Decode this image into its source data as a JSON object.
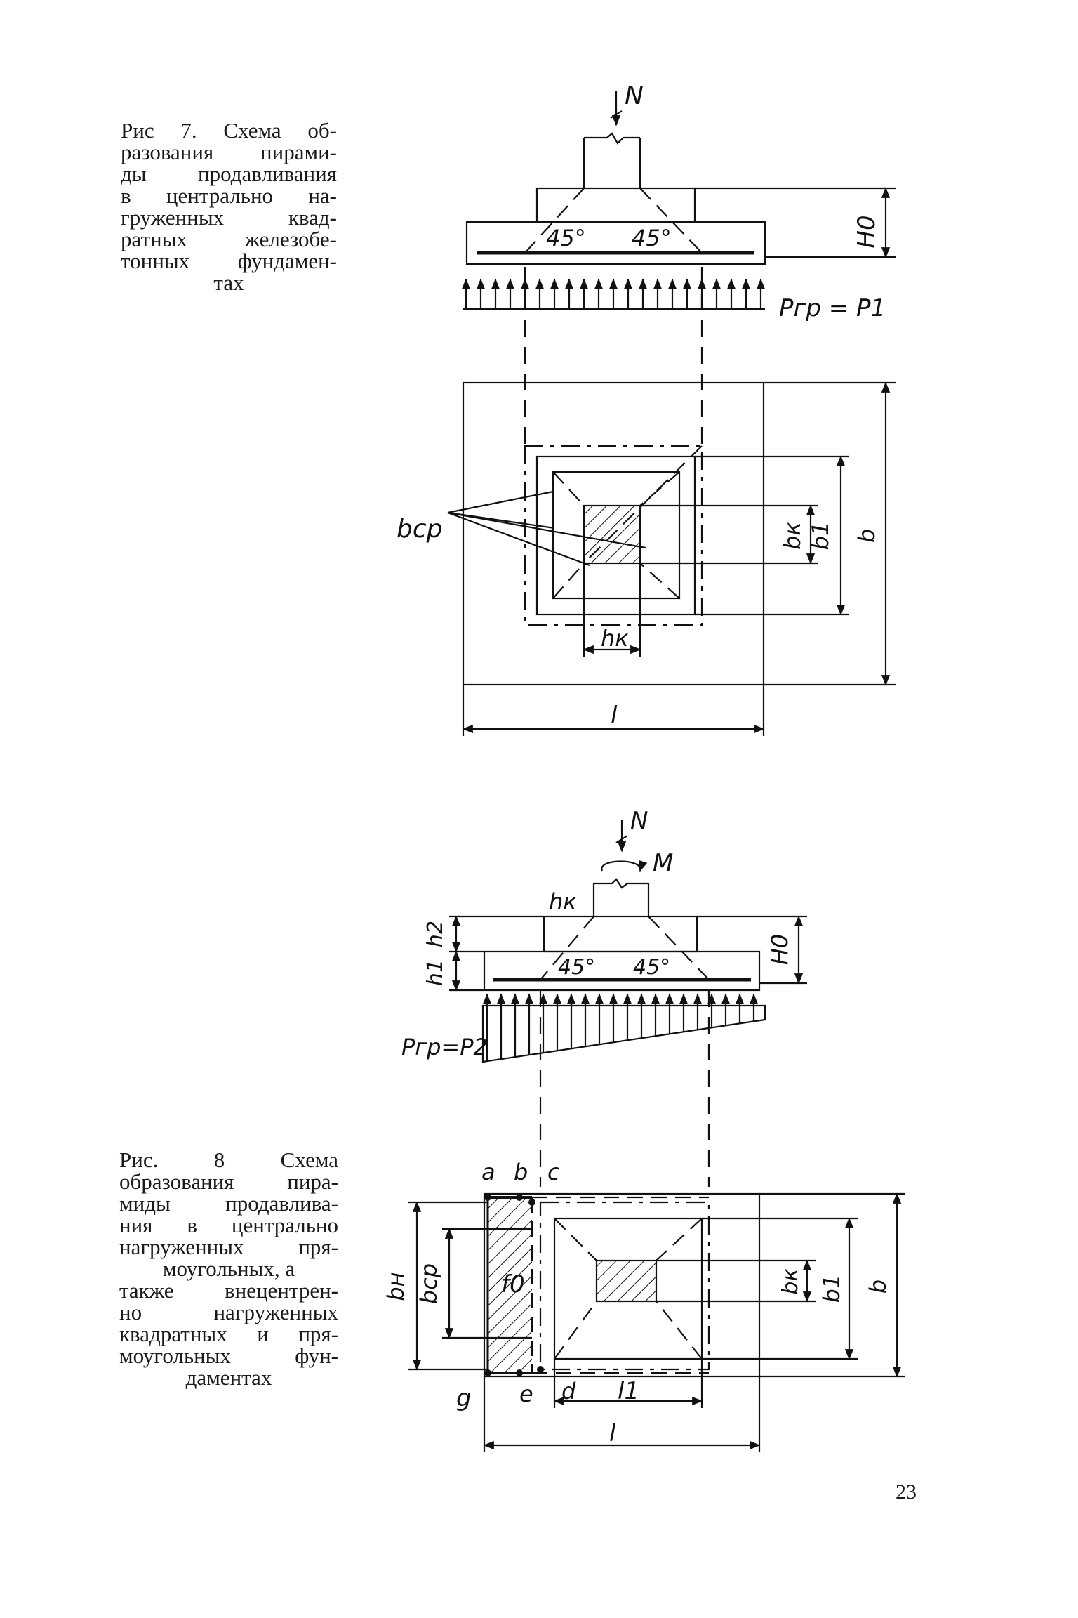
{
  "page_number": "23",
  "figure7": {
    "caption_lines": [
      "Рис 7. Схема об-",
      "разования пирами-",
      "ды продавливания",
      "в центрально на-",
      "груженных квад-",
      "ратных железобе-",
      "тонных фундамен-",
      "тах"
    ],
    "labels": {
      "N": "N",
      "H0": "H0",
      "angle_left": "45°",
      "angle_right": "45°",
      "pressure": "Pгр = P1",
      "bcp": "bср",
      "bk": "bк",
      "b1": "b1",
      "b": "b",
      "hk": "hк",
      "l": "l"
    }
  },
  "figure8": {
    "caption_lines": [
      "Рис. 8 Схема",
      "образования пира-",
      "миды продавлива-",
      "ния в центрально",
      "нагруженных пря-",
      "моугольных, а",
      "также внецентрен-",
      "но нагруженных",
      "квадратных и пря-",
      "моугольных фун-",
      "даментах"
    ],
    "labels": {
      "N": "N",
      "M": "M",
      "hk": "hк",
      "h2": "h2",
      "h1": "h1",
      "H0": "H0",
      "angle_left": "45°",
      "angle_right": "45°",
      "pressure": "Pгр=P2",
      "a": "a",
      "b_pt": "b",
      "c": "c",
      "d": "d",
      "e": "e",
      "g": "g",
      "bh": "bн",
      "bcp": "bср",
      "f0": "f0",
      "bk": "bк",
      "b1": "b1",
      "b": "b",
      "l1": "l1",
      "l": "l"
    }
  }
}
